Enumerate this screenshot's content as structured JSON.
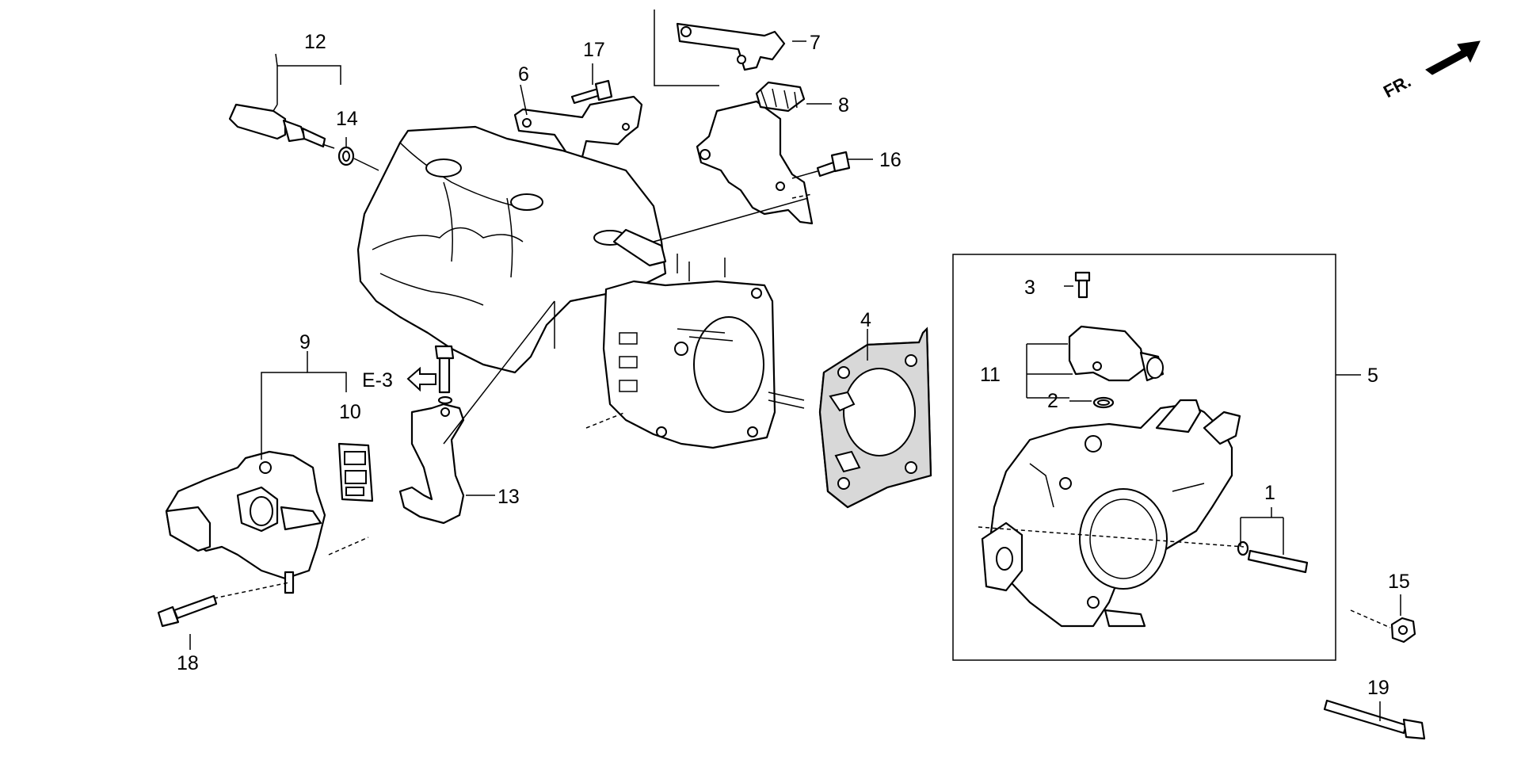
{
  "callouts": {
    "c1": "1",
    "c2": "2",
    "c3": "3",
    "c4": "4",
    "c5": "5",
    "c6": "6",
    "c7": "7",
    "c8": "8",
    "c9": "9",
    "c10": "10",
    "c11": "11",
    "c12": "12",
    "c13": "13",
    "c14": "14",
    "c15": "15",
    "c16": "16",
    "c17": "17",
    "c18": "18",
    "c19": "19"
  },
  "reference": "E-3",
  "direction": "FR."
}
